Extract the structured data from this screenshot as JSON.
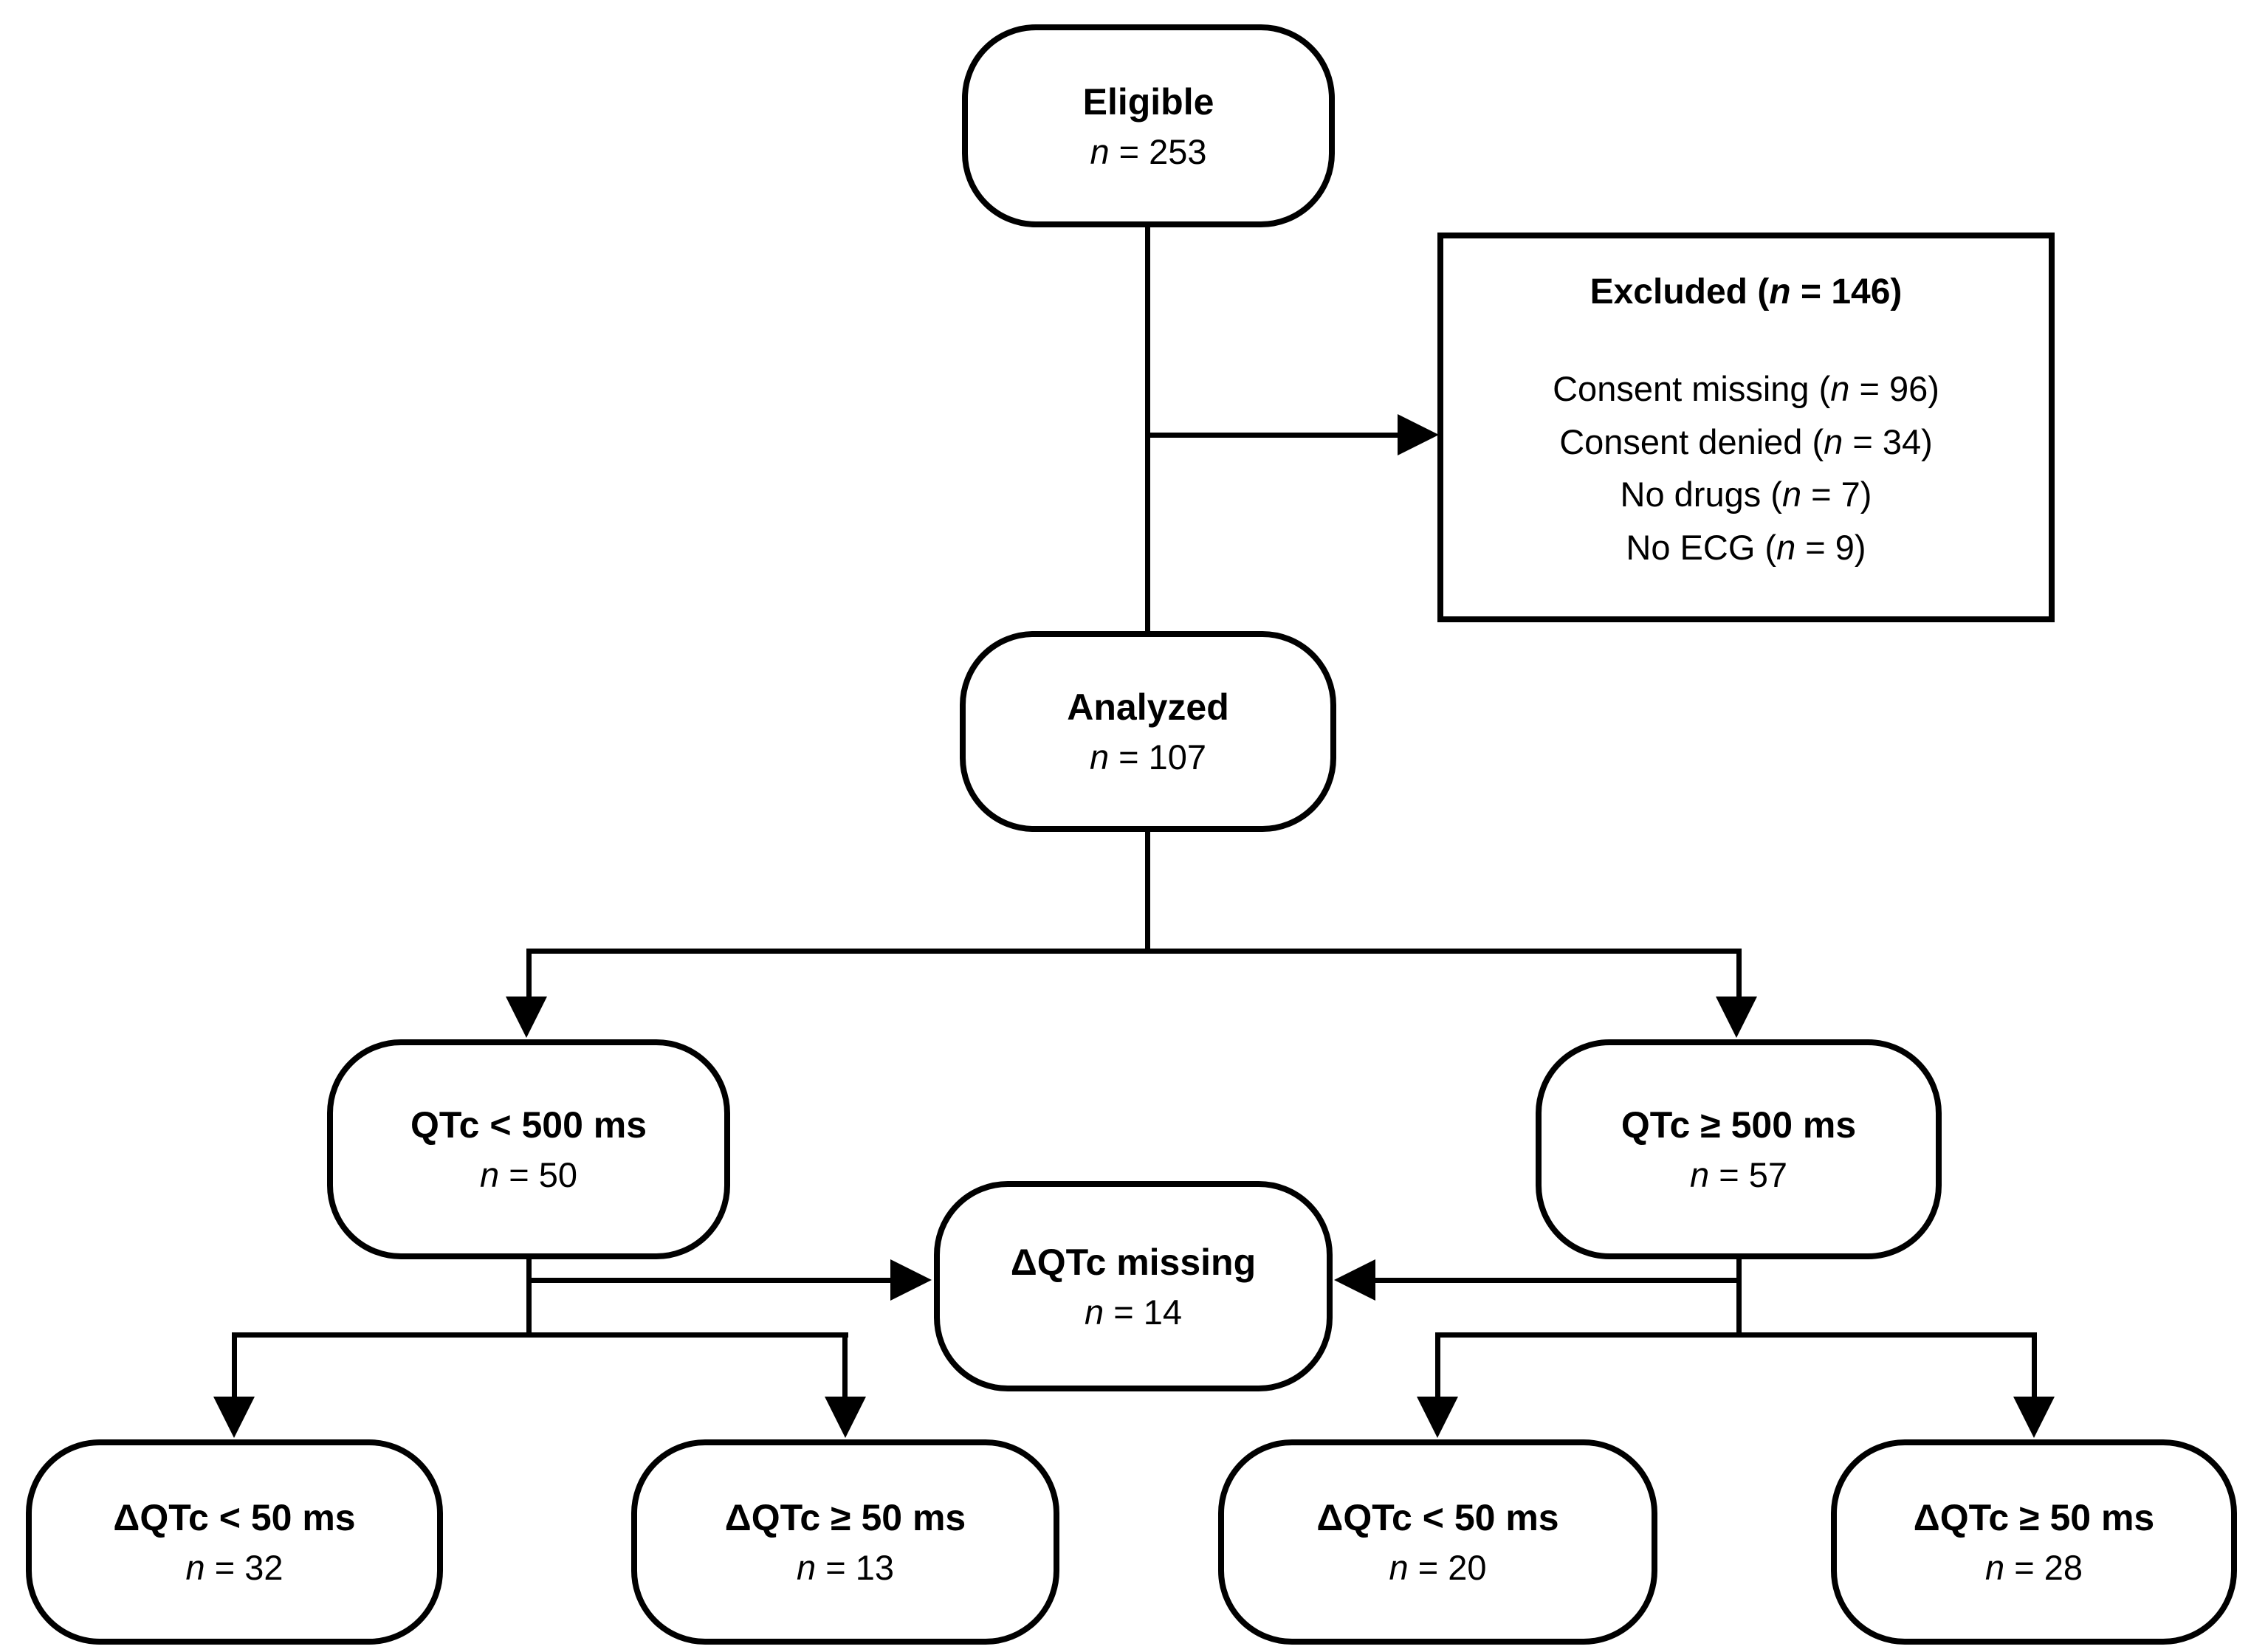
{
  "colors": {
    "background": "#ffffff",
    "line": "#000000",
    "box_fill": "#ffffff",
    "box_border": "#000000",
    "text": "#000000"
  },
  "nodes": {
    "eligible": {
      "label": "Eligible",
      "n_var": "n",
      "n_text": " = 253"
    },
    "analyzed": {
      "label": "Analyzed",
      "n_var": "n",
      "n_text": " = 107"
    },
    "qtc_lt_500": {
      "label": "QTc < 500 ms",
      "n_var": "n",
      "n_text": " = 50"
    },
    "qtc_ge_500": {
      "label": "QTc ≥ 500 ms",
      "n_var": "n",
      "n_text": " = 57"
    },
    "dqtc_missing": {
      "label": "ΔQTc missing",
      "n_var": "n",
      "n_text": " = 14"
    },
    "dqtc_lt_50_left": {
      "label": "ΔQTc < 50 ms",
      "n_var": "n",
      "n_text": " = 32"
    },
    "dqtc_ge_50_left": {
      "label": "ΔQTc ≥ 50 ms",
      "n_var": "n",
      "n_text": " = 13"
    },
    "dqtc_lt_50_right": {
      "label": "ΔQTc < 50 ms",
      "n_var": "n",
      "n_text": " = 20"
    },
    "dqtc_ge_50_right": {
      "label": "ΔQTc ≥ 50 ms",
      "n_var": "n",
      "n_text": " = 28"
    }
  },
  "excluded": {
    "title_pre": "Excluded (",
    "title_var": "n",
    "title_post": " = 146)",
    "items": [
      {
        "pre": "Consent missing (",
        "var": "n",
        "post": " = 96)"
      },
      {
        "pre": "Consent denied (",
        "var": "n",
        "post": " = 34)"
      },
      {
        "pre": "No drugs (",
        "var": "n",
        "post": " = 7)"
      },
      {
        "pre": "No ECG (",
        "var": "n",
        "post": " = 9)"
      }
    ]
  }
}
